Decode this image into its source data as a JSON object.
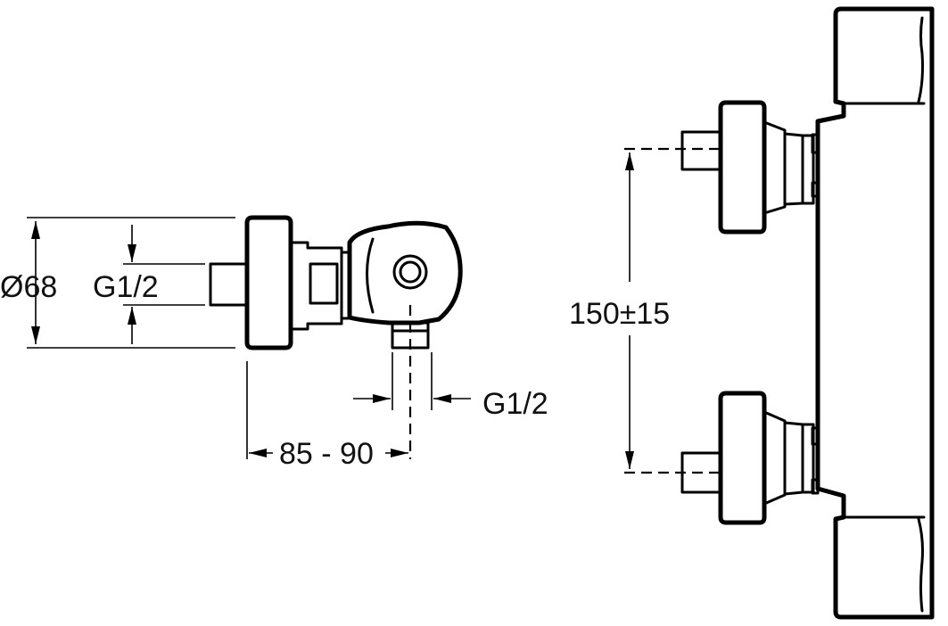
{
  "dimensions": {
    "diameter_label": "Ø68",
    "inlet_thread_label": "G1/2",
    "outlet_thread_label": "G1/2",
    "projection_label": "85 - 90",
    "centers_label": "150±15"
  }
}
